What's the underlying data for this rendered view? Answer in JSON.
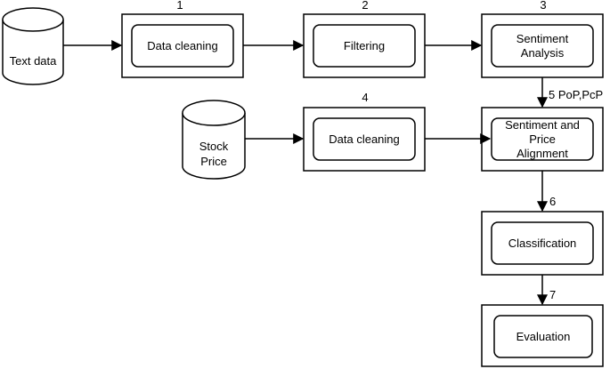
{
  "sources": {
    "text_data": "Text data",
    "stock_price": [
      "Stock",
      "Price"
    ]
  },
  "steps": [
    {
      "number": "1",
      "lines": [
        "Data cleaning"
      ]
    },
    {
      "number": "2",
      "lines": [
        "Filtering"
      ]
    },
    {
      "number": "3",
      "lines": [
        "Sentiment",
        "Analysis"
      ]
    },
    {
      "number": "4",
      "lines": [
        "Data cleaning"
      ]
    },
    {
      "number": "",
      "lines": [
        "Sentiment and",
        "Price",
        "Alignment"
      ]
    },
    {
      "number": "",
      "lines": [
        "Classification"
      ]
    },
    {
      "number": "",
      "lines": [
        "Evaluation"
      ]
    }
  ],
  "edge_labels": {
    "e5": "5 PoP,PcP",
    "e6": "6",
    "e7": "7"
  }
}
